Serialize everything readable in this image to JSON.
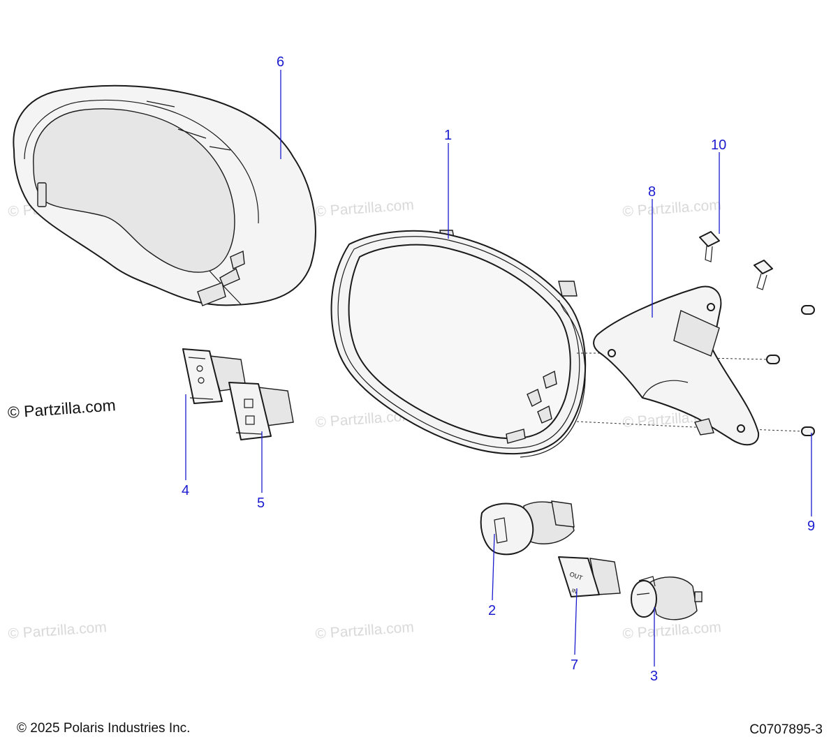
{
  "watermark": "© Partzilla.com",
  "copyright_stamp": "© Partzilla.com",
  "footer": {
    "copyright": "© 2025 Polaris Industries Inc.",
    "diagram_code": "C0707895-3"
  },
  "callouts": {
    "c1": "1",
    "c2": "2",
    "c3": "3",
    "c4": "4",
    "c5": "5",
    "c6": "6",
    "c7": "7",
    "c8": "8",
    "c9": "9",
    "c10": "10"
  },
  "switch_labels": {
    "out": "OUT",
    "in": "IN"
  },
  "colors": {
    "callout": "#1b1bcf",
    "watermark": "#d9d9d9",
    "line": "#1a1a1a"
  }
}
